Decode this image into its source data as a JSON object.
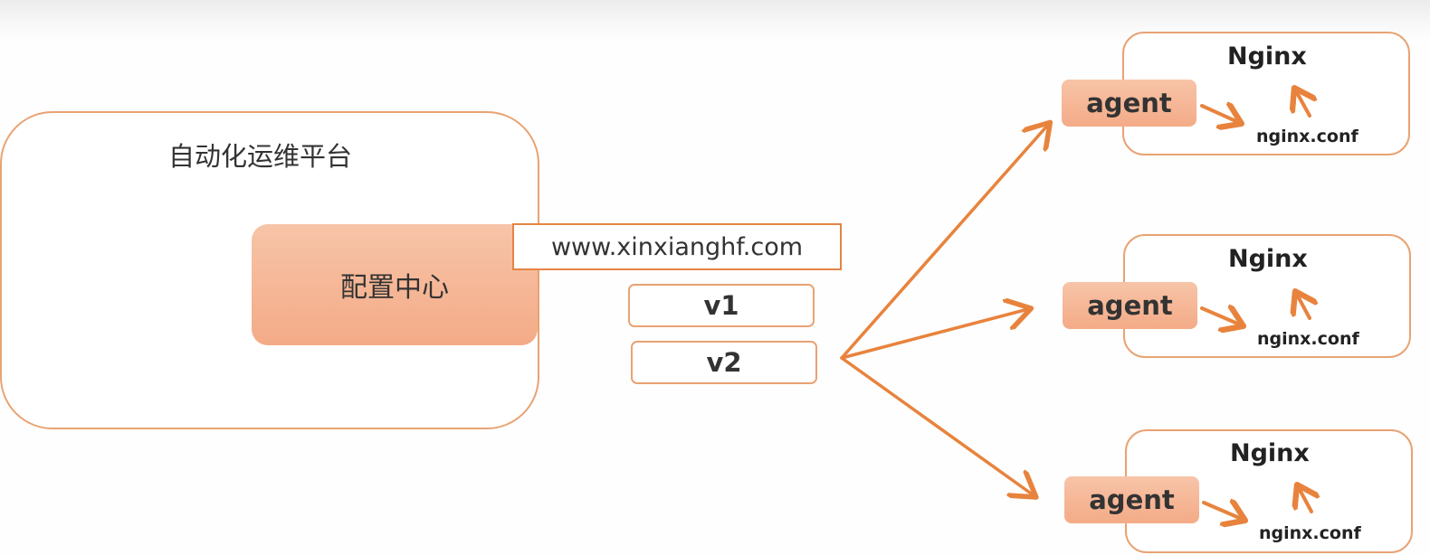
{
  "platform": {
    "title": "自动化运维平台",
    "config_center": "配置中心"
  },
  "domain": "www.xinxianghf.com",
  "versions": [
    "v1",
    "v2"
  ],
  "servers": [
    {
      "title": "Nginx",
      "agent": "agent",
      "config_file": "nginx.conf"
    },
    {
      "title": "Nginx",
      "agent": "agent",
      "config_file": "nginx.conf"
    },
    {
      "title": "Nginx",
      "agent": "agent",
      "config_file": "nginx.conf"
    }
  ],
  "colors": {
    "accent": "#e8833d",
    "border": "#e8a373",
    "fill": "#f5b191"
  }
}
